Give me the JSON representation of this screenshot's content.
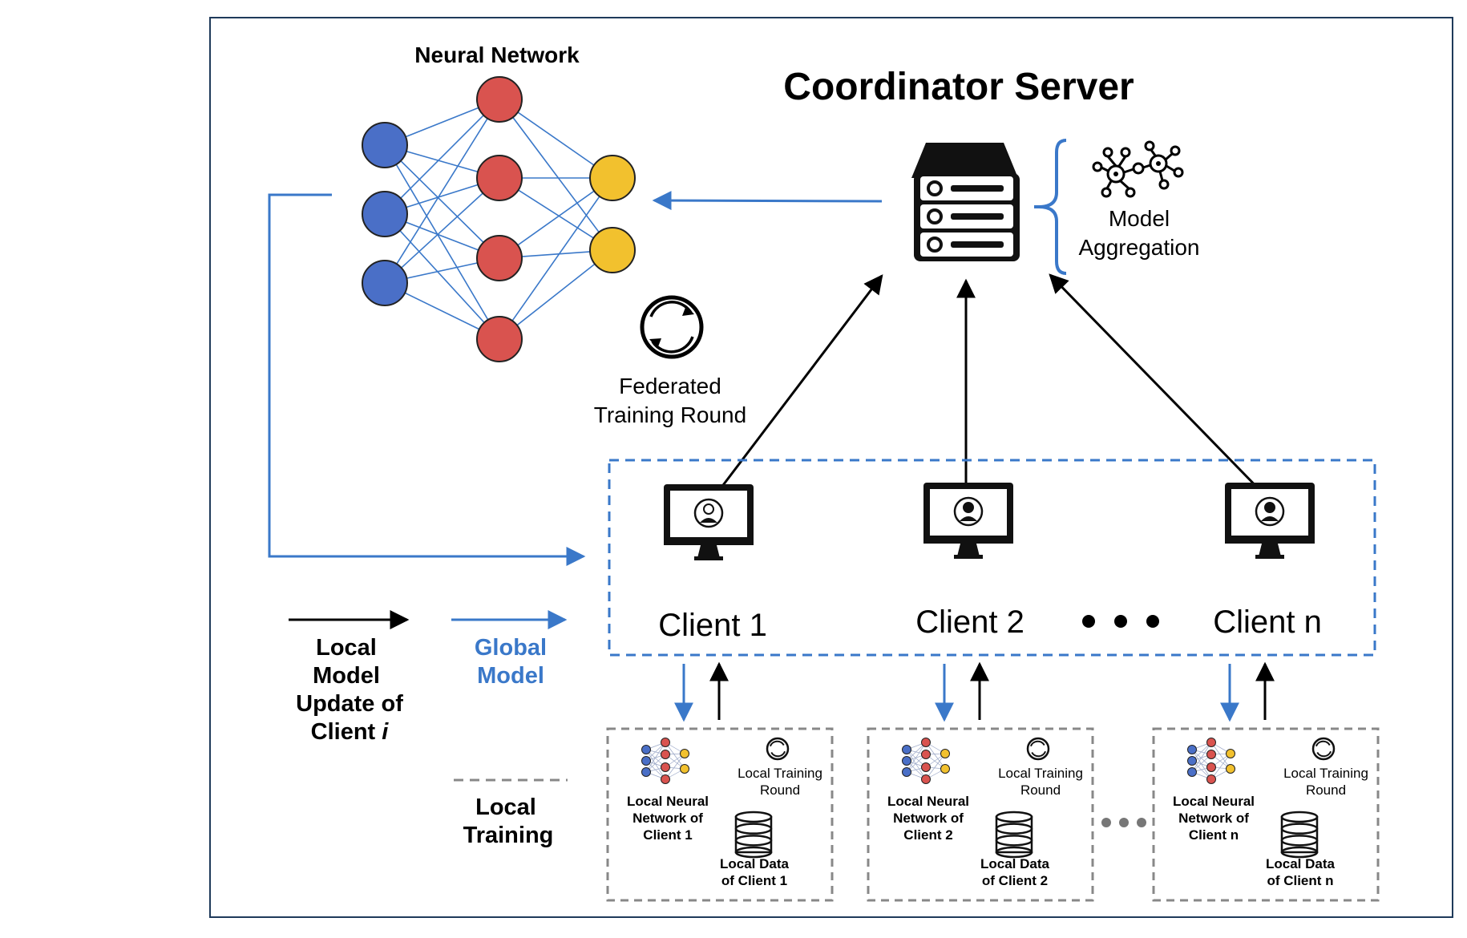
{
  "neural_network": {
    "title": "Neural Network"
  },
  "coordinator": {
    "title": "Coordinator Server",
    "aggregation_label_line1": "Model",
    "aggregation_label_line2": "Aggregation"
  },
  "federated_round": {
    "line1": "Federated",
    "line2": "Training Round"
  },
  "clients": [
    {
      "name": "Client 1",
      "local_nn_lines": [
        "Local Neural",
        "Network of",
        "Client 1"
      ],
      "local_round_lines": [
        "Local Training",
        "Round"
      ],
      "local_data_lines": [
        "Local Data",
        "of Client 1"
      ]
    },
    {
      "name": "Client 2",
      "local_nn_lines": [
        "Local Neural",
        "Network of",
        "Client 2"
      ],
      "local_round_lines": [
        "Local Training",
        "Round"
      ],
      "local_data_lines": [
        "Local Data",
        "of Client 2"
      ]
    },
    {
      "name": "Client n",
      "local_nn_lines": [
        "Local Neural",
        "Network of",
        "Client n"
      ],
      "local_round_lines": [
        "Local Training",
        "Round"
      ],
      "local_data_lines": [
        "Local Data",
        "of Client n"
      ]
    }
  ],
  "legend": {
    "local_update_lines": [
      "Local",
      "Model",
      "Update of",
      "Client "
    ],
    "local_update_italic": "i",
    "global_model_lines": [
      "Global",
      "Model"
    ],
    "local_training_lines": [
      "Local",
      "Training"
    ]
  },
  "colors": {
    "input_node": "#4a6fc7",
    "hidden_node": "#d9534f",
    "output_node": "#f2c12e",
    "blue_arrow": "#3a78c9",
    "black": "#000000",
    "frame": "#1f3a5a",
    "dashed_box": "#3a78c9",
    "gray_box": "#888888"
  }
}
